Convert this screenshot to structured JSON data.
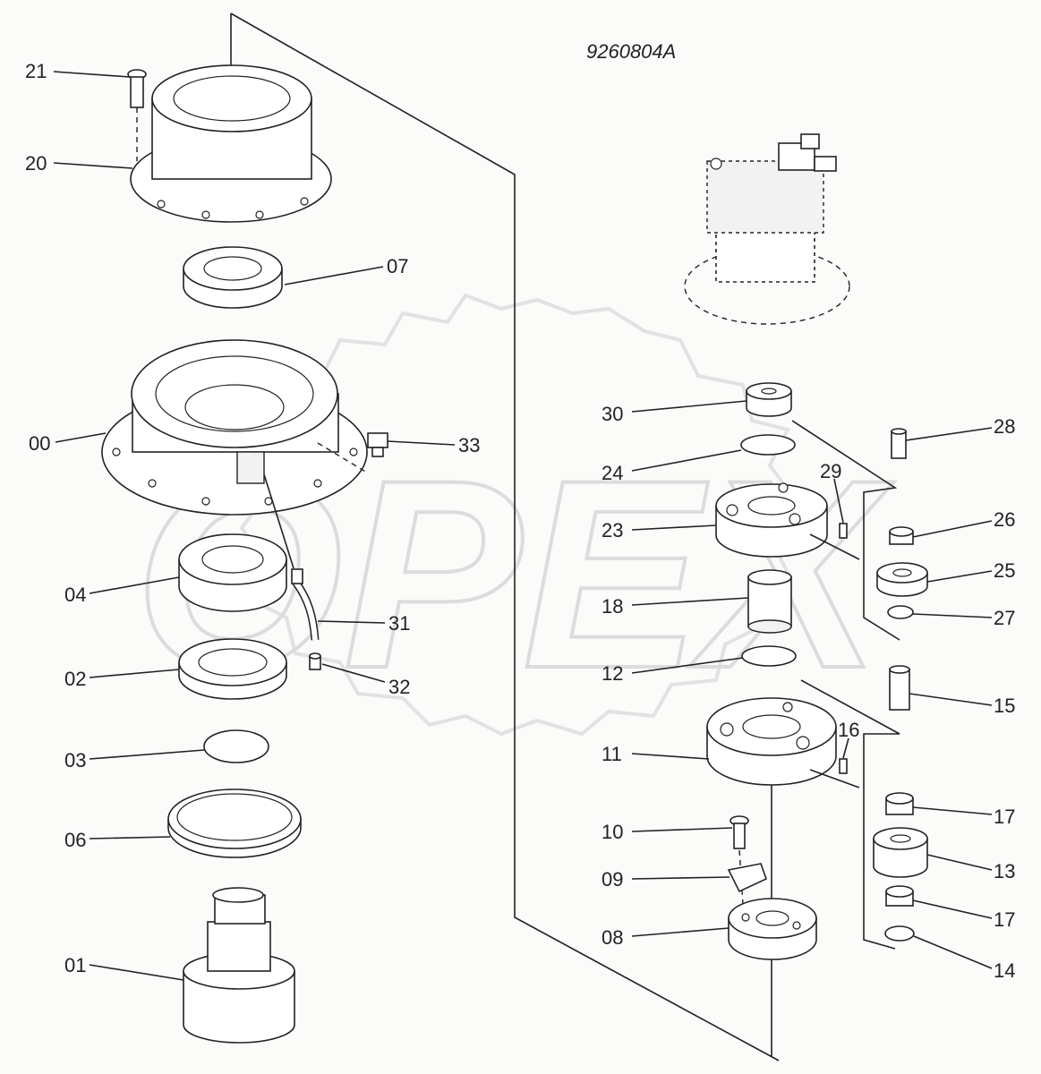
{
  "drawing": {
    "code": "9260804A",
    "watermark": "OPEX"
  },
  "callouts": [
    {
      "id": "c21",
      "label": "21"
    },
    {
      "id": "c20",
      "label": "20"
    },
    {
      "id": "c07",
      "label": "07"
    },
    {
      "id": "c00",
      "label": "00"
    },
    {
      "id": "c33",
      "label": "33"
    },
    {
      "id": "c04",
      "label": "04"
    },
    {
      "id": "c31",
      "label": "31"
    },
    {
      "id": "c02",
      "label": "02"
    },
    {
      "id": "c32",
      "label": "32"
    },
    {
      "id": "c03",
      "label": "03"
    },
    {
      "id": "c06",
      "label": "06"
    },
    {
      "id": "c01",
      "label": "01"
    },
    {
      "id": "c30",
      "label": "30"
    },
    {
      "id": "c28",
      "label": "28"
    },
    {
      "id": "c24",
      "label": "24"
    },
    {
      "id": "c29",
      "label": "29"
    },
    {
      "id": "c23",
      "label": "23"
    },
    {
      "id": "c26",
      "label": "26"
    },
    {
      "id": "c25",
      "label": "25"
    },
    {
      "id": "c18",
      "label": "18"
    },
    {
      "id": "c27",
      "label": "27"
    },
    {
      "id": "c12",
      "label": "12"
    },
    {
      "id": "c15",
      "label": "15"
    },
    {
      "id": "c16",
      "label": "16"
    },
    {
      "id": "c11",
      "label": "11"
    },
    {
      "id": "c17a",
      "label": "17"
    },
    {
      "id": "c10",
      "label": "10"
    },
    {
      "id": "c13",
      "label": "13"
    },
    {
      "id": "c09",
      "label": "09"
    },
    {
      "id": "c17b",
      "label": "17"
    },
    {
      "id": "c08",
      "label": "08"
    },
    {
      "id": "c14",
      "label": "14"
    }
  ]
}
